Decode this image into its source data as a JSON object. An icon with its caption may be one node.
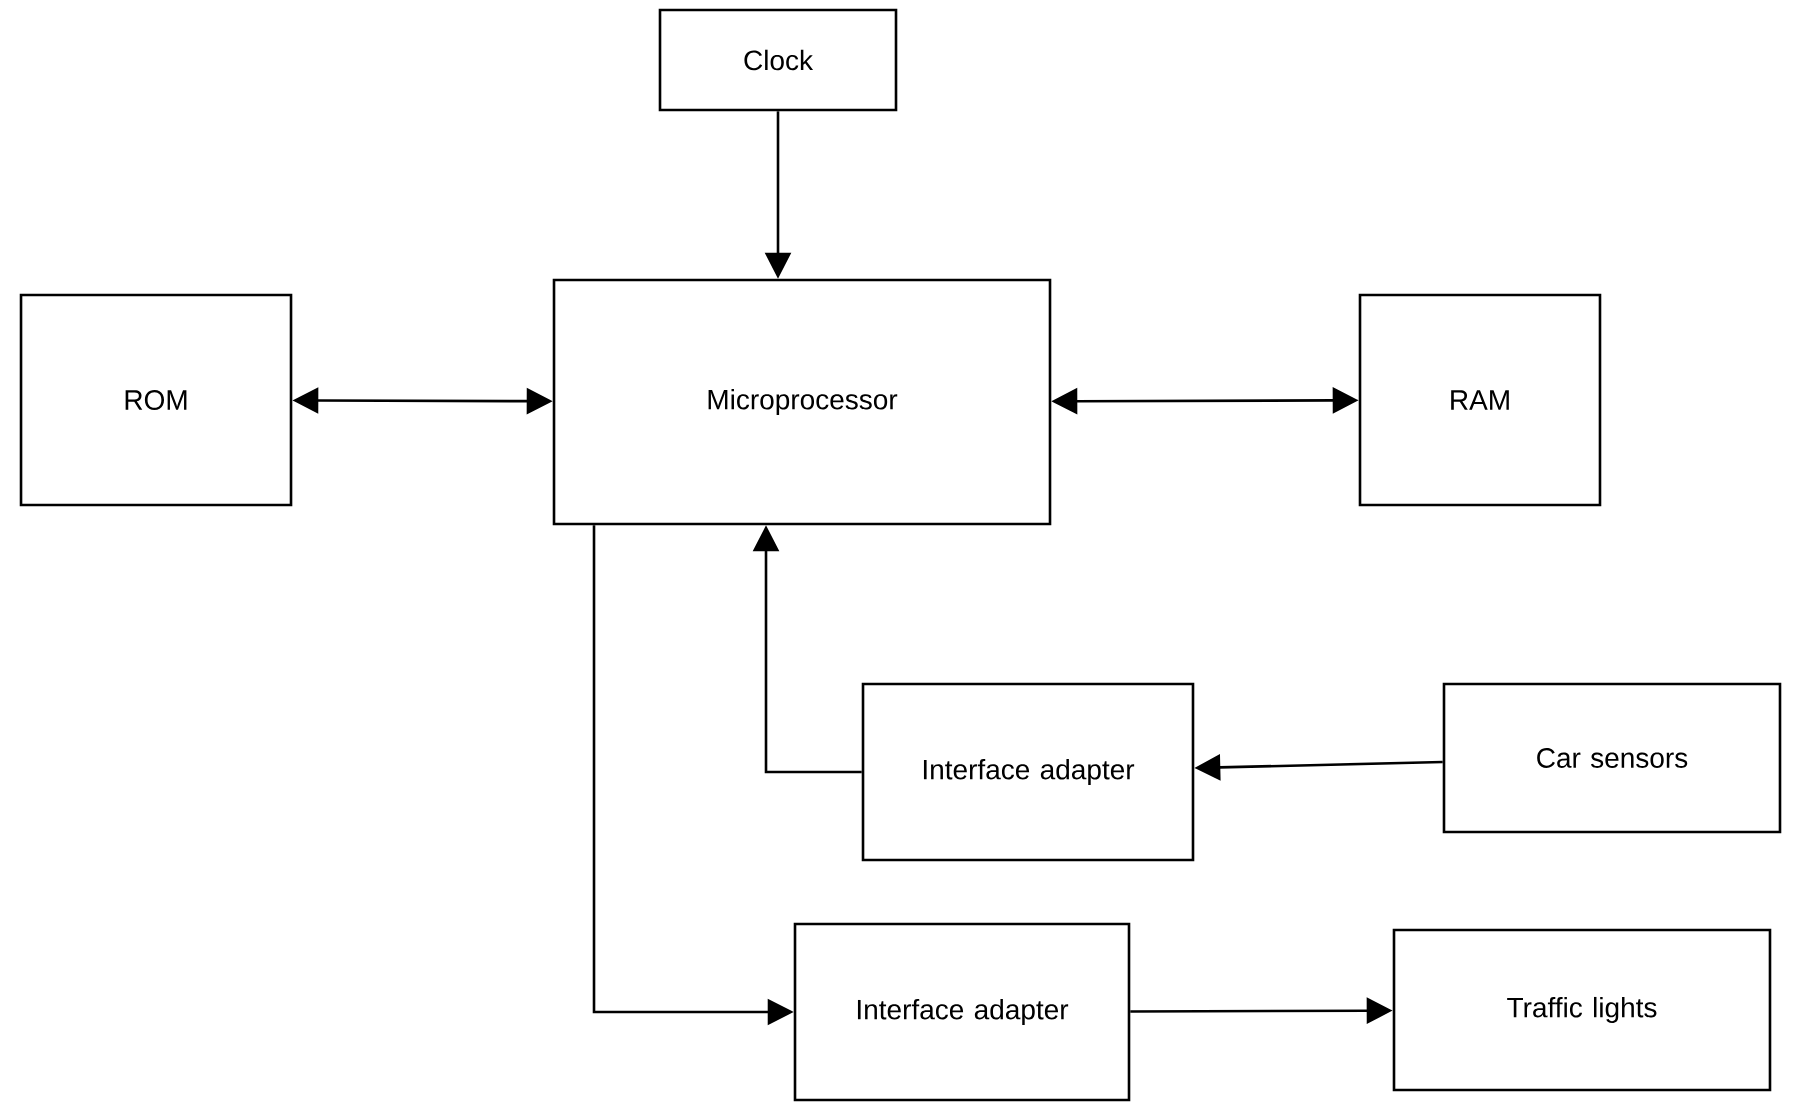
{
  "diagram": {
    "nodes": [
      {
        "text": [
          "Clock"
        ]
      },
      {
        "text": [
          "ROM"
        ]
      },
      {
        "text": [
          "Microprocessor"
        ]
      },
      {
        "text": [
          "RAM"
        ]
      },
      {
        "text": [
          "Interface adapter"
        ]
      },
      {
        "text": [
          "Car sensors"
        ]
      },
      {
        "text": [
          "Interface adapter"
        ]
      },
      {
        "text": [
          "Traffic lights"
        ]
      }
    ],
    "edges": [
      {
        "from": 0,
        "to": 2,
        "arrow": "to"
      },
      {
        "from": 1,
        "to": 2,
        "arrow": "both"
      },
      {
        "from": 2,
        "to": 3,
        "arrow": "both"
      },
      {
        "from": 5,
        "to": 4,
        "arrow": "to"
      },
      {
        "from": 4,
        "to": 2,
        "arrow": "to"
      },
      {
        "from": 2,
        "to": 6,
        "arrow": "to"
      },
      {
        "from": 6,
        "to": 7,
        "arrow": "to"
      }
    ]
  }
}
